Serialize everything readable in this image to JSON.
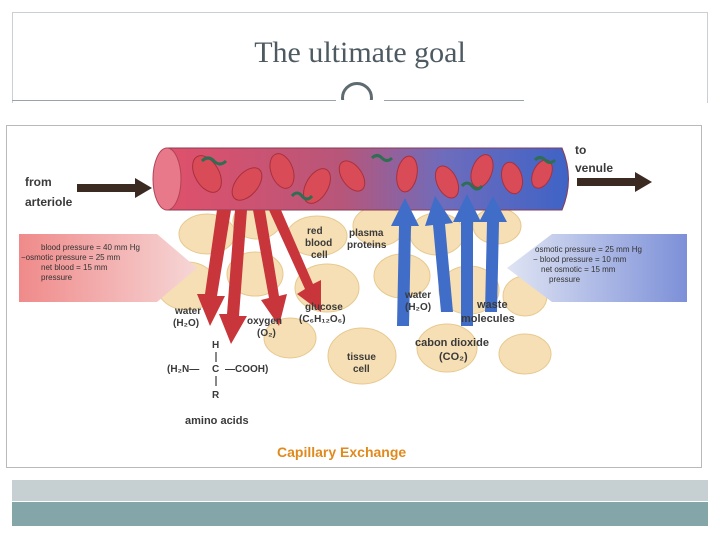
{
  "slide": {
    "title": "The ultimate goal"
  },
  "diagram": {
    "caption": "Capillary Exchange",
    "labels": {
      "from1": "from",
      "from2": "arteriole",
      "to1": "to",
      "to2": "venule",
      "rbc1": "red",
      "rbc2": "blood",
      "rbc3": "cell",
      "plasma1": "plasma",
      "plasma2": "proteins",
      "water_left1": "water",
      "water_left2": "(H₂O)",
      "oxygen1": "oxygen",
      "oxygen2": "(O₂)",
      "glucose1": "glucose",
      "glucose2": "(C₆H₁₂O₆)",
      "water_right1": "water",
      "water_right2": "(H₂O)",
      "waste1": "waste",
      "waste2": "molecules",
      "co2_1": "cabon dioxide",
      "co2_2": "(CO₂)",
      "tissue1": "tissue",
      "tissue2": "cell",
      "amino": "amino acids",
      "aa_h": "H",
      "aa_left": "(H₂N—",
      "aa_c": "C",
      "aa_right": "—COOH)",
      "aa_r": "R"
    },
    "left_pressure": {
      "line1": "blood pressure  =  40 mm Hg",
      "line2": "−osmotic pressure  =  25 mm",
      "line3": "net blood        =  15 mm",
      "line4": "pressure"
    },
    "right_pressure": {
      "line1": "osmotic pressure  =  25 mm Hg",
      "line2": "− blood pressure  =  10 mm",
      "line3": "net osmotic       =  15 mm",
      "line4": "pressure"
    },
    "colors": {
      "arterial": "#d9475a",
      "venous": "#4a6fc4",
      "caption": "#e08a1e",
      "tissue": "#f6dfb4"
    }
  }
}
